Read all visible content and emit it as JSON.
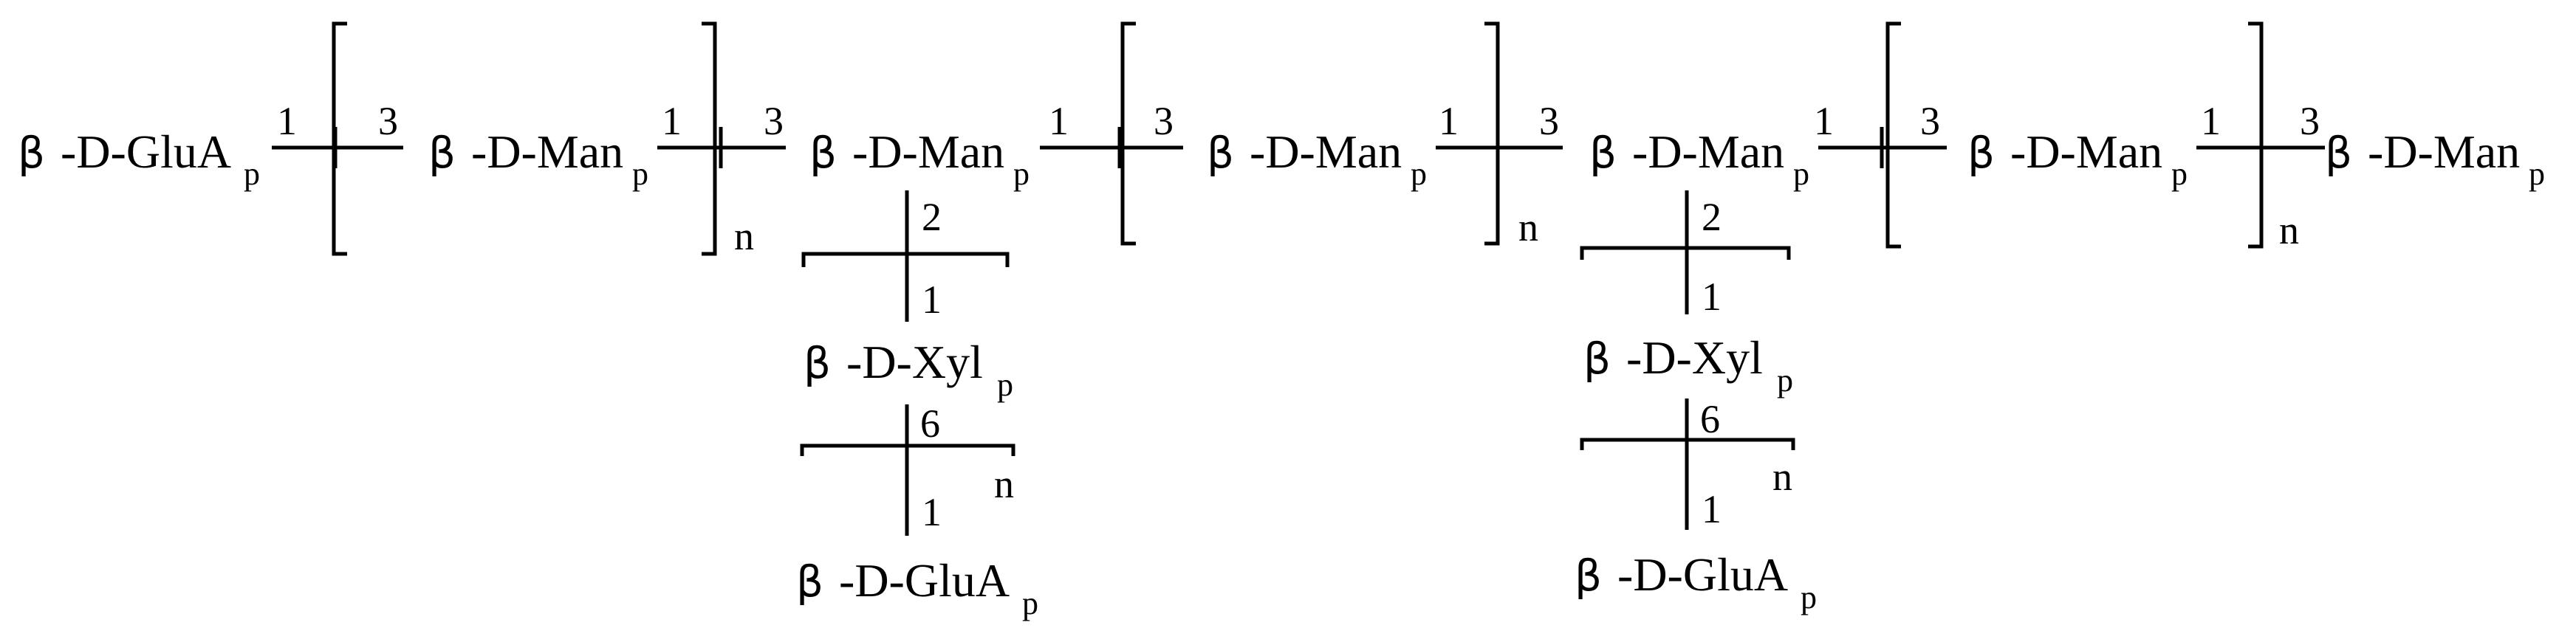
{
  "residues": {
    "glua_start": {
      "greek": "β",
      "name": "-D-GluA",
      "sub": "p"
    },
    "man_1": {
      "greek": "β",
      "name": "-D-Man",
      "sub": "p"
    },
    "man_2": {
      "greek": "β",
      "name": "-D-Man",
      "sub": "p"
    },
    "man_3": {
      "greek": "β",
      "name": "-D-Man",
      "sub": "p"
    },
    "man_4": {
      "greek": "β",
      "name": "-D-Man",
      "sub": "p"
    },
    "man_5": {
      "greek": "β",
      "name": "-D-Man",
      "sub": "p"
    },
    "man_end": {
      "greek": "β",
      "name": "-D-Man",
      "sub": "p"
    },
    "xyl_1": {
      "greek": "β",
      "name": "-D-Xyl",
      "sub": "p"
    },
    "xyl_2": {
      "greek": "β",
      "name": "-D-Xyl",
      "sub": "p"
    },
    "glua_branch_1": {
      "greek": "β",
      "name": "-D-GluA",
      "sub": "p"
    },
    "glua_branch_2": {
      "greek": "β",
      "name": "-D-GluA",
      "sub": "p"
    }
  },
  "linkages": {
    "l1_from": "1",
    "l1_to": "3",
    "l2_from": "1",
    "l2_to": "3",
    "l3_from": "1",
    "l3_to": "3",
    "l4_from": "1",
    "l4_to": "3",
    "l5_from": "1",
    "l5_to": "3",
    "l6_from": "1",
    "l6_to": "3",
    "b1_top": "2",
    "b1_bottom": "1",
    "b2_top": "6",
    "b2_bottom": "1",
    "b3_top": "2",
    "b3_bottom": "1",
    "b4_top": "6",
    "b4_bottom": "1"
  },
  "repeat_labels": {
    "r1": "n",
    "r2": "n",
    "r3": "n",
    "r4": "n",
    "r5": "n"
  }
}
